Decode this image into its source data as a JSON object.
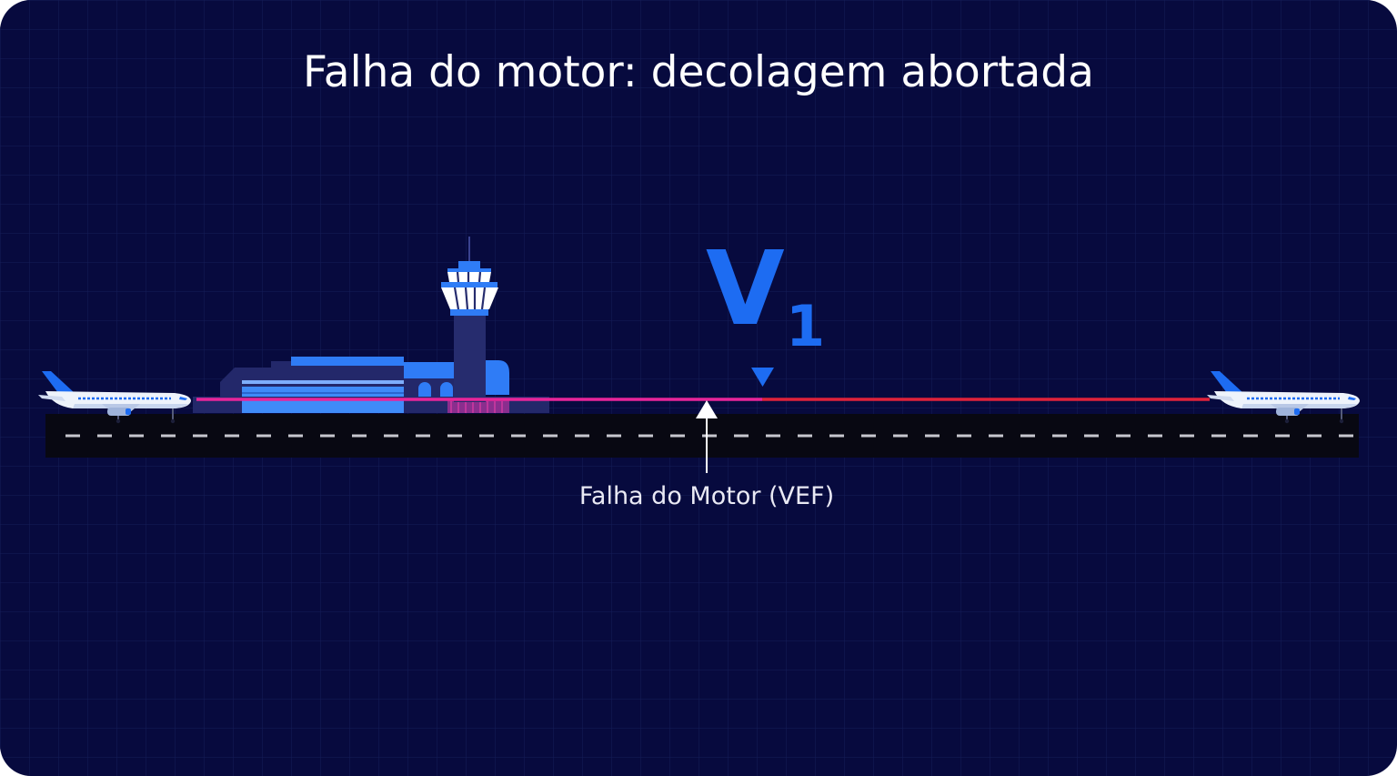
{
  "diagram": {
    "title": "Falha do motor: decolagem abortada",
    "v1_label": {
      "letter": "V",
      "subscript": "1"
    },
    "vef_label": "Falha do Motor (VEF)"
  },
  "colors": {
    "background": "#070a3e",
    "grid": "#17205a",
    "runway": "#080812",
    "runway_centerline": "#c7c7cf",
    "path_before_v1": "#e8259a",
    "path_after_v1": "#e0223a",
    "v1_marker": "#1d6cf2",
    "terminal_blue": "#2f7cf6",
    "tower_navy": "#262c6e",
    "aircraft_body": "#eef3fb",
    "aircraft_tail": "#1d6cf2"
  },
  "icons": {
    "aircraft_start": "airplane-icon",
    "aircraft_end": "airplane-icon",
    "terminal": "airport-terminal-icon",
    "control_tower": "control-tower-icon"
  }
}
